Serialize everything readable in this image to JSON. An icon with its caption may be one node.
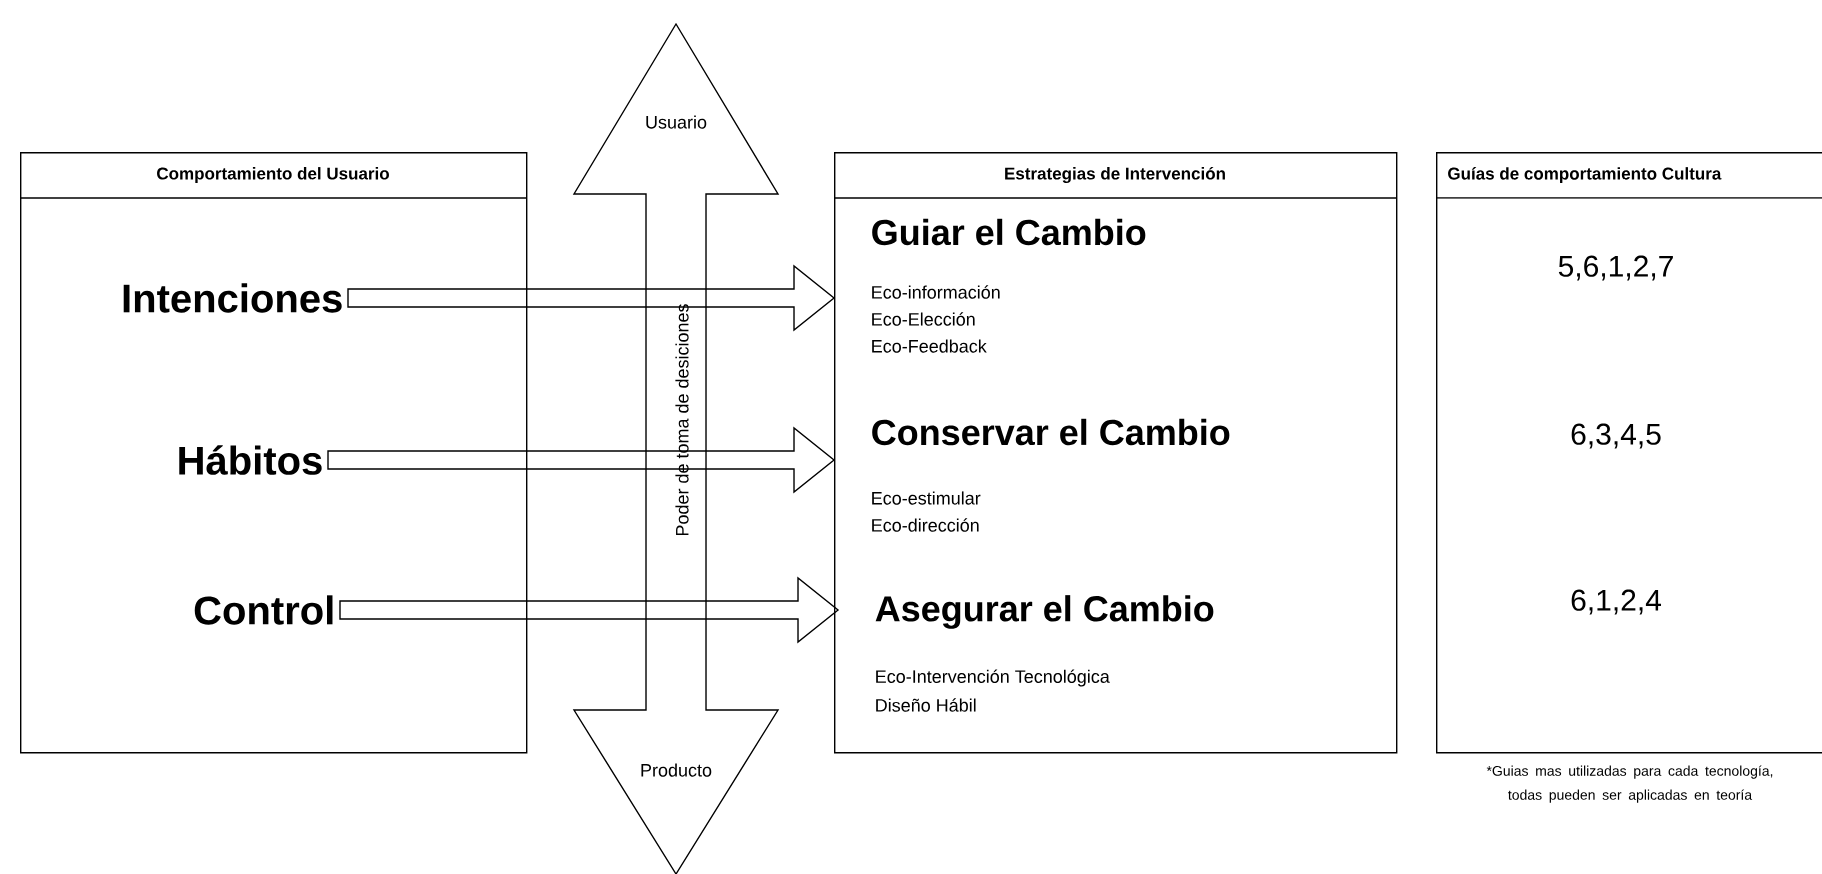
{
  "diagram": {
    "nodes": [
      {
        "text": [
          "Comportamiento del Usuario"
        ]
      },
      {
        "text": [
          "Intenciones"
        ],
        "in": 0
      },
      {
        "text": [
          "Hábitos"
        ],
        "in": 0
      },
      {
        "text": [
          "Control"
        ],
        "in": 0
      },
      {
        "text": [
          "Estrategias de Intervención"
        ]
      },
      {
        "text": [
          "Guiar el Cambio",
          "Eco-información",
          "Eco-Elección",
          "Eco-Feedback"
        ],
        "in": 4
      },
      {
        "text": [
          "Conservar el Cambio",
          "Eco-estimular",
          "Eco-dirección"
        ],
        "in": 4
      },
      {
        "text": [
          "Asegurar el Cambio",
          "Eco-Intervención Tecnológica",
          "Diseño Hábil"
        ],
        "in": 4
      },
      {
        "text": [
          "Guías de comportamiento Cultura",
          "5,6,1,2,7",
          "6,3,4,5",
          "6,1,2,4"
        ],
        "beside": [
          "*Guias mas utilizadas para cada tecnología, todas pueden ser aplicadas en teoría"
        ]
      },
      {
        "text": [
          "Usuario",
          "Poder de toma de desiciones",
          "Producto"
        ]
      }
    ],
    "edges": [
      {
        "from": 1,
        "to": 5,
        "arrow": "to"
      },
      {
        "from": 2,
        "to": 6,
        "arrow": "to"
      },
      {
        "from": 3,
        "to": 7,
        "arrow": "to"
      }
    ]
  }
}
